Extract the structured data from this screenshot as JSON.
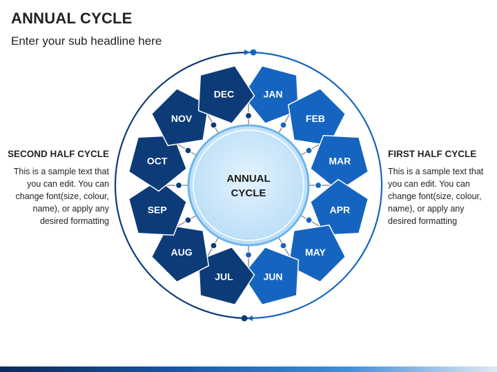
{
  "header": {
    "title": "ANNUAL CYCLE",
    "subtitle": "Enter your sub headline here"
  },
  "center": {
    "line1": "ANNUAL",
    "line2": "CYCLE"
  },
  "left_panel": {
    "title": "SECOND HALF CYCLE",
    "body": "This is a sample text that you can edit. You can change font(size, colour, name), or apply any desired formatting"
  },
  "right_panel": {
    "title": "FIRST HALF CYCLE",
    "body": "This is a sample text that you can edit. You can change font(size, colour, name), or apply any desired formatting"
  },
  "months": [
    "JAN",
    "FEB",
    "MAR",
    "APR",
    "MAY",
    "JUN",
    "JUL",
    "AUG",
    "SEP",
    "OCT",
    "NOV",
    "DEC"
  ],
  "colors": {
    "first_half": "#1565c0",
    "second_half": "#0d3b78",
    "ring": "#1565c0",
    "center_fill": "#cfe8fb",
    "center_stroke": "#6cb4ec"
  }
}
